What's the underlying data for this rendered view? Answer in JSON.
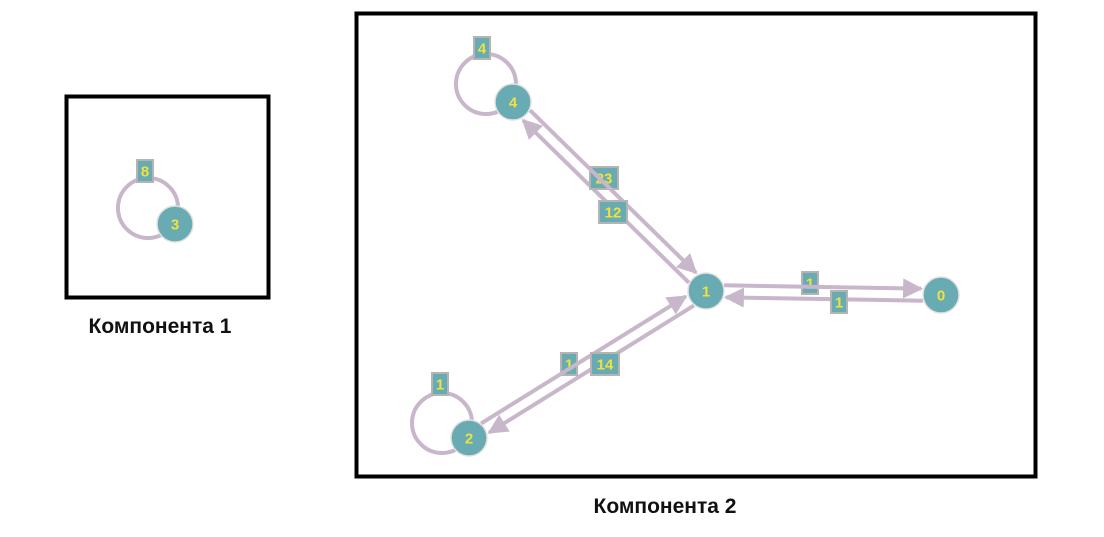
{
  "colors": {
    "frame": "#000000",
    "edge": "#c8b6ca",
    "node_fill": "#69abb3",
    "node_text": "#f0e23c",
    "label_fill": "#69abb3",
    "label_border": "#b4b4b4",
    "label_text": "#f0e23c"
  },
  "components": [
    {
      "caption": "Компонента 1",
      "nodes": [
        {
          "id": "3",
          "label": "3"
        }
      ],
      "edges": [
        {
          "from": "3",
          "to": "3",
          "weight": "8"
        }
      ]
    },
    {
      "caption": "Компонента 2",
      "nodes": [
        {
          "id": "4",
          "label": "4"
        },
        {
          "id": "1",
          "label": "1"
        },
        {
          "id": "0",
          "label": "0"
        },
        {
          "id": "2",
          "label": "2"
        }
      ],
      "edges": [
        {
          "from": "4",
          "to": "4",
          "weight": "4"
        },
        {
          "from": "1",
          "to": "4",
          "weight": "23"
        },
        {
          "from": "4",
          "to": "1",
          "weight": "12"
        },
        {
          "from": "0",
          "to": "1",
          "weight": "1"
        },
        {
          "from": "1",
          "to": "0",
          "weight": "1"
        },
        {
          "from": "1",
          "to": "2",
          "weight": "1"
        },
        {
          "from": "2",
          "to": "1",
          "weight": "14"
        },
        {
          "from": "2",
          "to": "2",
          "weight": "1"
        }
      ]
    }
  ]
}
